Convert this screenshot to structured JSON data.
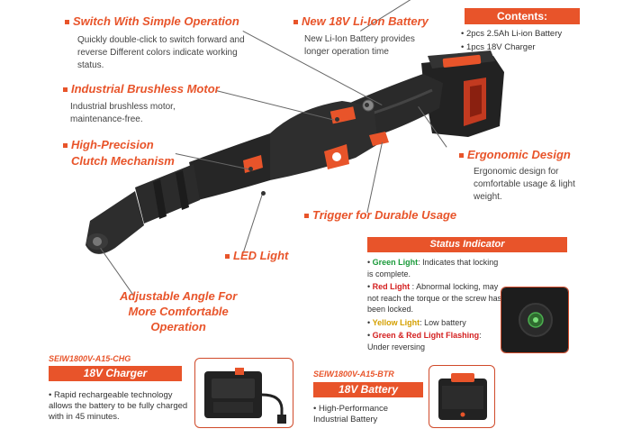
{
  "features": {
    "switch": {
      "title": "Switch With Simple Operation",
      "desc": "Quickly double-click to switch forward and reverse Different colors indicate working status."
    },
    "battery": {
      "title": "New 18V Li-Ion Battery",
      "desc": "New Li-Ion Battery provides longer operation time"
    },
    "motor": {
      "title": "Industrial Brushless Motor",
      "desc": "Industrial brushless motor, maintenance-free."
    },
    "clutch": {
      "title_line1": "High-Precision",
      "title_line2": "Clutch Mechanism"
    },
    "ergonomic": {
      "title": "Ergonomic Design",
      "desc": "Ergonomic design for comfortable usage & light weight."
    },
    "trigger": {
      "title": "Trigger for Durable Usage"
    },
    "led": {
      "title": "LED Light"
    },
    "angle": {
      "line1": "Adjustable Angle For",
      "line2": "More Comfortable",
      "line3": "Operation"
    }
  },
  "contents": {
    "title": "Contents:",
    "items": [
      "2pcs   2.5Ah Li-ion Battery",
      "1pcs   18V Charger"
    ]
  },
  "status": {
    "title": "Status Indicator",
    "items": [
      {
        "label": "Green Light",
        "label_color": "#1a9a3a",
        "text": ": Indicates that locking is complete."
      },
      {
        "label": "Red Light",
        "label_color": "#d42020",
        "text": "   : Abnormal locking, may not reach the torque or the screw has been locked."
      },
      {
        "label": "Yellow Light",
        "label_color": "#d4a000",
        "text": ": Low battery"
      },
      {
        "label": "Green & Red Light Flashing",
        "label_color": "#d42020",
        "text": ": Under reversing"
      }
    ]
  },
  "charger": {
    "model": "SEIW1800V-A15-CHG",
    "title": "18V Charger",
    "desc": "Rapid rechargeable technology allows the battery to be fully charged with in 45 minutes."
  },
  "battery_product": {
    "model": "SEIW1800V-A15-BTR",
    "title": "18V Battery",
    "desc": "High-Performance Industrial Battery"
  },
  "colors": {
    "accent": "#e8542a",
    "tool_body": "#2b2b2b"
  }
}
